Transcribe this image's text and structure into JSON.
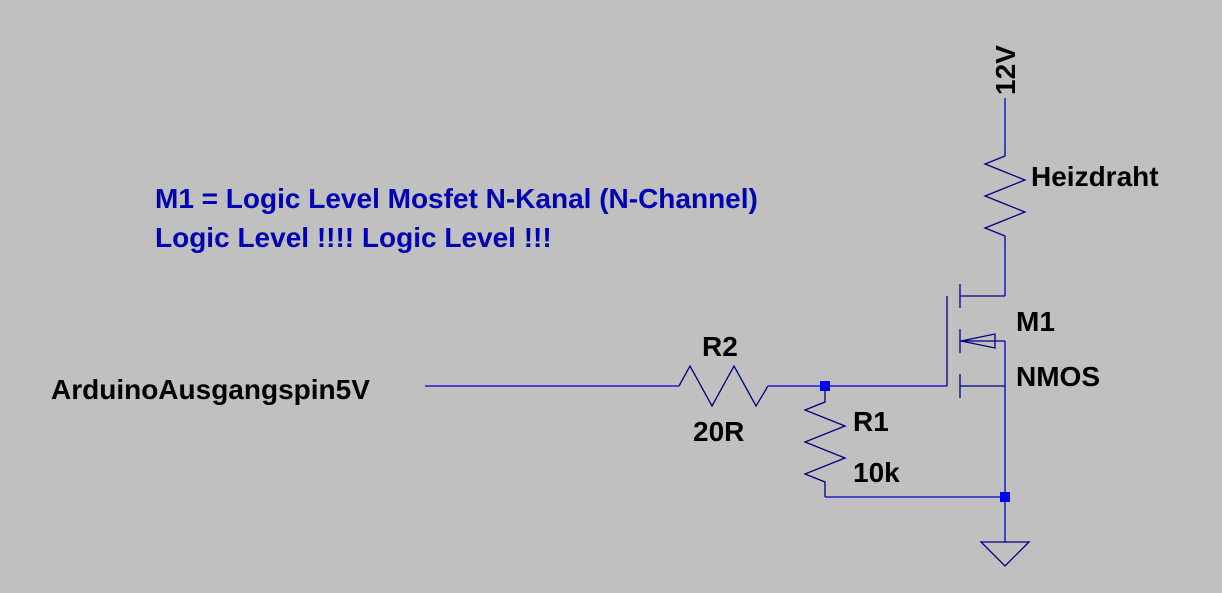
{
  "note": {
    "line1": "M1 = Logic Level Mosfet N-Kanal (N-Channel)",
    "line2": "Logic Level !!!! Logic Level !!!"
  },
  "input_net": "ArduinoAusgangspin5V",
  "supply_net": "12V",
  "components": {
    "r2": {
      "name": "R2",
      "value": "20R"
    },
    "r1": {
      "name": "R1",
      "value": "10k"
    },
    "heater": {
      "name": "Heizdraht"
    },
    "m1": {
      "name": "M1",
      "model": "NMOS"
    }
  },
  "colors": {
    "background": "#c0c0c0",
    "wire": "#0000c8",
    "node": "#0000ff",
    "note_text": "#0000b4",
    "label_text": "#000000"
  }
}
